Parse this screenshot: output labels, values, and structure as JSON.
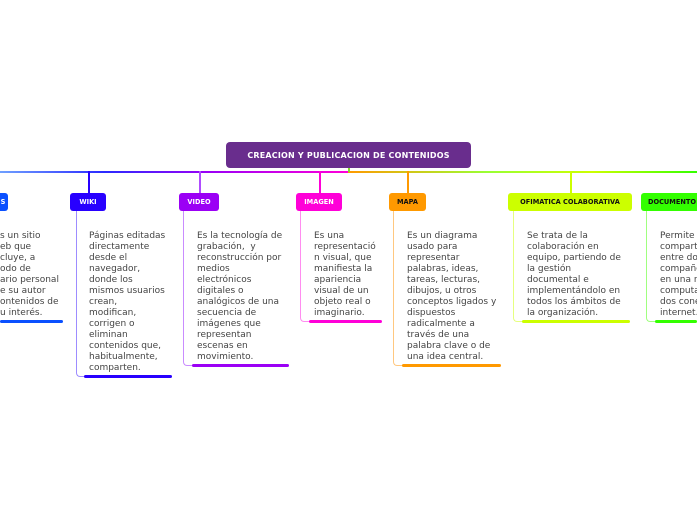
{
  "central": {
    "title": "CREACION Y PUBLICACION DE CONTENIDOS",
    "color": "#692d8d"
  },
  "topics": [
    {
      "id": "blog",
      "label": "S",
      "color": "#0a50ff",
      "lines": [
        "s un sitio",
        "eb que",
        "cluye, a",
        "odo de",
        "ario personal",
        "e su autor",
        "ontenidos de",
        "u interés."
      ]
    },
    {
      "id": "wiki",
      "label": "WIKI",
      "color": "#2800ff",
      "lines": [
        "Páginas editadas",
        "directamente",
        "desde el",
        "navegador,",
        "donde los",
        "mismos usuarios",
        "crean,",
        "modifican,",
        "corrigen o",
        "eliminan",
        "contenidos que,",
        "habitualmente,",
        "comparten."
      ]
    },
    {
      "id": "video",
      "label": "VIDEO",
      "color": "#9b00f5",
      "lines": [
        "Es la tecnología de",
        "grabación,  y",
        "reconstrucción por",
        "medios",
        "electrónicos",
        "digitales o",
        "analógicos de una",
        "secuencia de",
        "imágenes que",
        "representan",
        "escenas en",
        "movimiento."
      ]
    },
    {
      "id": "imagen",
      "label": "IMAGEN",
      "color": "#ff00d8",
      "lines": [
        "Es una",
        "representació",
        "n visual, que",
        "manifiesta la",
        "apariencia",
        "visual de un",
        "objeto real o",
        "imaginario."
      ]
    },
    {
      "id": "mapa",
      "label": "MAPA",
      "color": "#ff9900",
      "lines": [
        "Es un diagrama",
        "usado para",
        "representar",
        "palabras, ideas,",
        "tareas, lecturas,",
        "dibujos, u otros",
        "conceptos ligados y",
        "dispuestos",
        "radicalmente a",
        "través de una",
        "palabra clave o de",
        "una idea central."
      ]
    },
    {
      "id": "ofimatica",
      "label": "OFIMATICA COLABORATIVA",
      "color": "#ccff00",
      "lines": [
        "Se trata de la",
        "colaboración en",
        "equipo, partiendo de",
        "la gestión",
        "documental e",
        "implementándolo en",
        "todos los ámbitos de",
        "la organización."
      ]
    },
    {
      "id": "documento",
      "label": "DOCUMENTO",
      "color": "#33ff00",
      "lines": [
        "Permite",
        "compart",
        "entre do",
        "compañe",
        "en una r",
        "computa",
        "dos cone",
        "internet."
      ]
    }
  ]
}
